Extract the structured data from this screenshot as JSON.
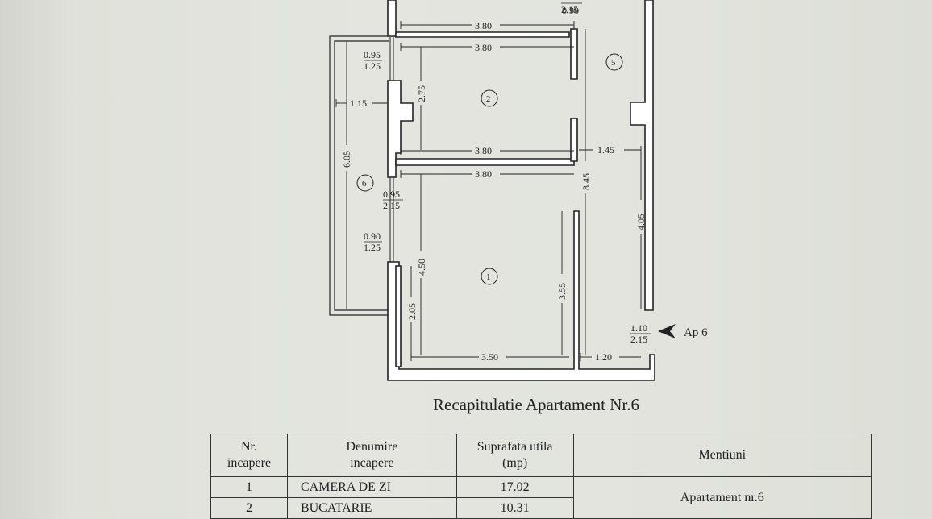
{
  "plan": {
    "room_labels": [
      "1",
      "2",
      "5",
      "6"
    ],
    "dimensions": {
      "top_partial": "0.90",
      "top_width_a": "2.15",
      "kitchen_width_top_outer": "3.80",
      "kitchen_width_top_inner": "3.80",
      "kitchen_width_bottom_inner": "3.80",
      "kitchen_width_bottom_outer": "3.80",
      "kitchen_height": "2.75",
      "balcony_width": "1.15",
      "balcony_length": "6.05",
      "window_upper_top": "0.95",
      "window_upper_bottom": "1.25",
      "door_mid_top": "0.95",
      "door_mid_bottom": "2.15",
      "window_lower_top": "0.90",
      "window_lower_bottom": "1.25",
      "living_height": "4.50",
      "living_lower_wall": "2.05",
      "living_width": "3.50",
      "living_right_wall": "3.55",
      "hall_length": "8.45",
      "hall_width": "1.45",
      "hall_lower_length": "4.05",
      "hall_bottom_width": "1.20",
      "entry_top": "1.10",
      "entry_bottom": "2.15"
    },
    "entry_label": "Ap 6"
  },
  "recap": {
    "title": "Recapitulatie Apartament Nr.6",
    "headers": {
      "nr": [
        "Nr.",
        "incapere"
      ],
      "denumire": [
        "Denumire",
        "incapere"
      ],
      "suprafata": [
        "Suprafata utila",
        "(mp)"
      ],
      "mentiuni": "Mentiuni"
    },
    "rows": [
      {
        "nr": "1",
        "name": "CAMERA  DE ZI",
        "area": "17.02"
      },
      {
        "nr": "2",
        "name": "BUCATARIE",
        "area": "10.31"
      }
    ],
    "mentiuni_value": "Apartament nr.6"
  },
  "colors": {
    "paper": "#e2e4dd",
    "ink": "#222222"
  }
}
